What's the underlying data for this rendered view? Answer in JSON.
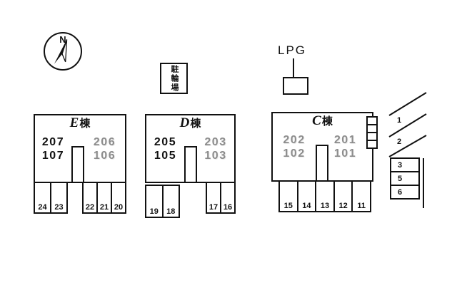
{
  "colors": {
    "line": "#111111",
    "background": "#ffffff",
    "dimmed_number": "#8c8c8c"
  },
  "compass": {
    "label": "N"
  },
  "signs": {
    "bicycle_parking": "駐輪場",
    "lpg": "LPG"
  },
  "buildings": [
    {
      "letter": "E",
      "suffix": "棟",
      "left_upper": "207",
      "left_lower": "107",
      "right_upper": "206",
      "right_lower": "106",
      "left_dimmed": false,
      "right_dimmed": true
    },
    {
      "letter": "D",
      "suffix": "棟",
      "left_upper": "205",
      "left_lower": "105",
      "right_upper": "203",
      "right_lower": "103",
      "left_dimmed": false,
      "right_dimmed": true
    },
    {
      "letter": "C",
      "suffix": "棟",
      "left_upper": "202",
      "left_lower": "102",
      "right_upper": "201",
      "right_lower": "101",
      "left_dimmed": true,
      "right_dimmed": true
    }
  ],
  "parking": {
    "e_left": [
      "24",
      "23"
    ],
    "e_right": [
      "22",
      "21",
      "20"
    ],
    "d_left": [
      "19",
      "18"
    ],
    "d_right": [
      "17",
      "16"
    ],
    "c_row": [
      "15",
      "14",
      "13",
      "12",
      "11"
    ],
    "side": [
      "1",
      "2",
      "3",
      "5",
      "6"
    ]
  }
}
